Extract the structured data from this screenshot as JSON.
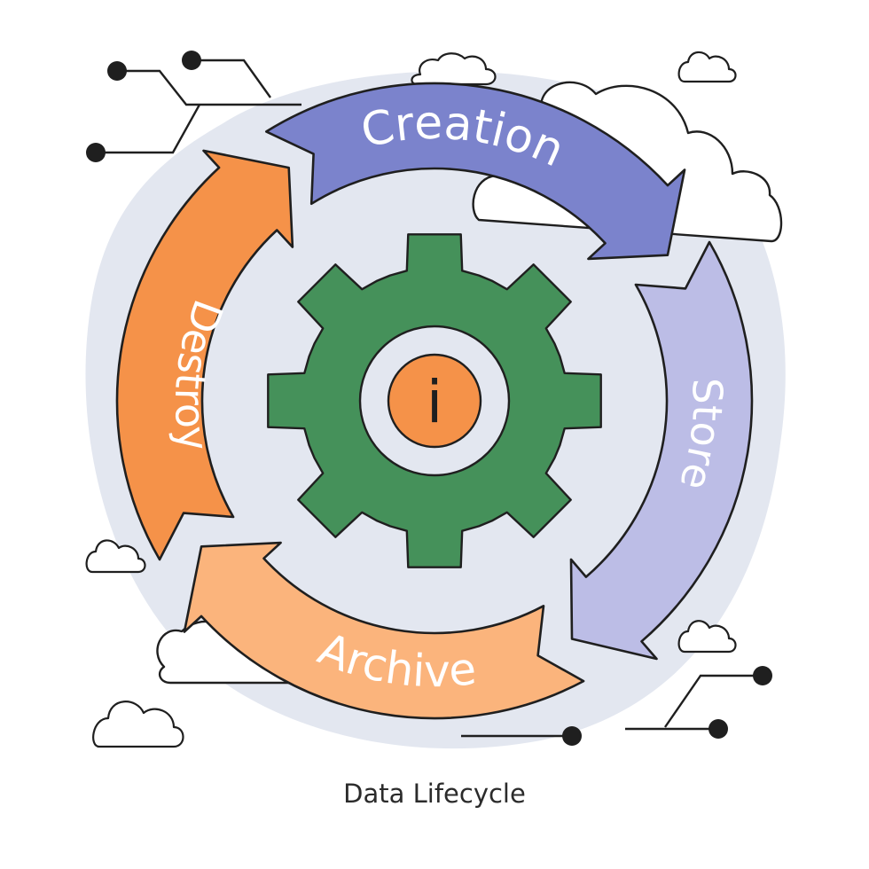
{
  "caption": "Data Lifecycle",
  "stages": [
    {
      "label": "Creation",
      "color": "#7b83cc"
    },
    {
      "label": "Store",
      "color": "#bcbde6"
    },
    {
      "label": "Archive",
      "color": "#fbb47c"
    },
    {
      "label": "Destroy",
      "color": "#f59249"
    }
  ],
  "center": {
    "symbol": "i",
    "gear_color": "#45915a",
    "badge_color": "#f59249"
  },
  "colors": {
    "outline": "#1f1f1f",
    "backdrop": "#e3e7f0"
  },
  "icons": [
    "gear-icon",
    "info-icon",
    "cloud-icon",
    "circuit-icon"
  ]
}
